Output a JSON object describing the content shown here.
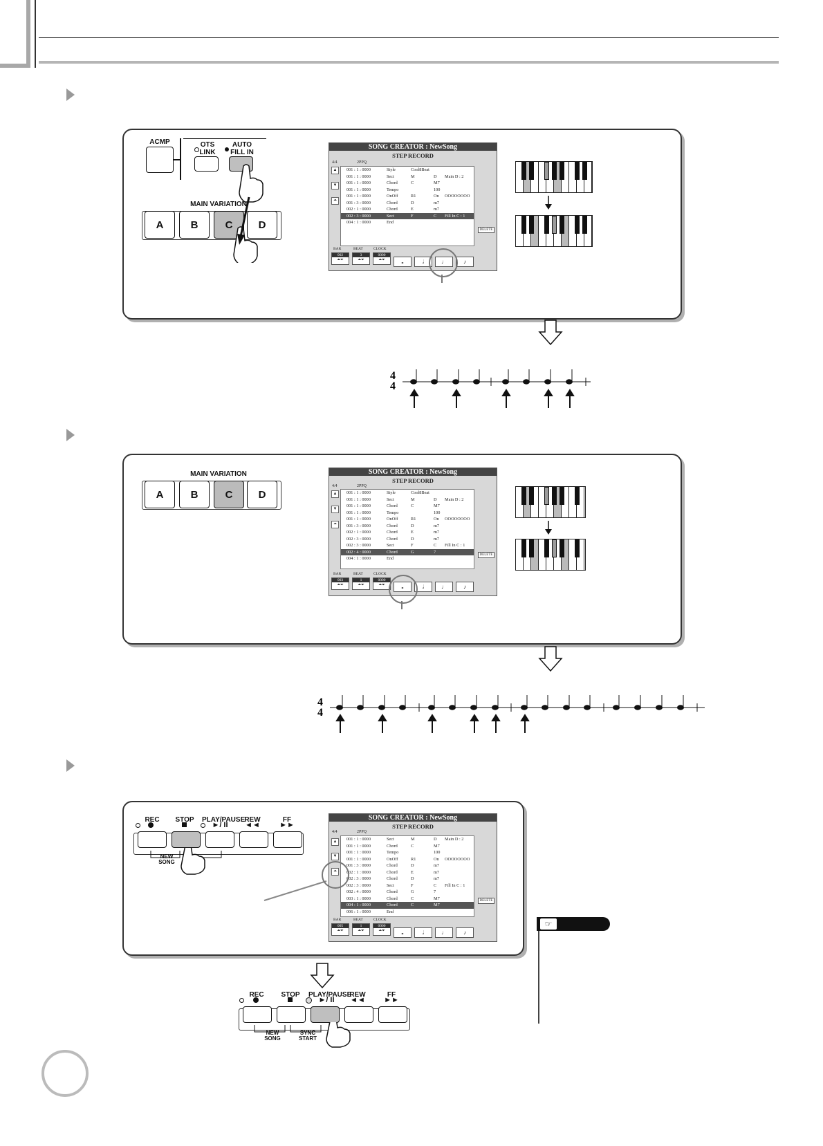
{
  "panel_buttons": {
    "acmp": "ACMP",
    "ots_link": "OTS\nLINK",
    "auto_fill_in": "AUTO\nFILL IN",
    "main_variation": "MAIN VARIATION",
    "sections": [
      "A",
      "B",
      "C",
      "D"
    ]
  },
  "transport": {
    "rec": "REC",
    "stop": "STOP",
    "play_pause": "PLAY/PAUSE",
    "play_pause_symbol": "►/ II",
    "rew": "REW",
    "ff": "FF",
    "new_song": "NEW\nSONG",
    "sync_start": "SYNC\nSTART"
  },
  "lcd": {
    "title": "SONG CREATOR : NewSong",
    "subtitle": "STEP RECORD",
    "time_sig": "4/4",
    "ppq": "2PPQ",
    "bar_label": "BAR",
    "beat_label": "BEAT",
    "clock_label": "CLOCK",
    "delete_label": "DELETE"
  },
  "screen1": {
    "bar": "002",
    "beat": "3",
    "clock": "0000",
    "rows": [
      [
        "001 : 1 : 0000",
        "Style",
        "Cool8Beat",
        "",
        ""
      ],
      [
        "001 : 1 : 0000",
        "Sect",
        "M",
        "D",
        "Main D   : 2"
      ],
      [
        "001 : 1 : 0000",
        "Chord",
        "C",
        "M7",
        ""
      ],
      [
        "001 : 1 : 0000",
        "Tempo",
        "",
        "100",
        ""
      ],
      [
        "001 : 1 : 0000",
        "OnOff",
        "R1",
        "On",
        "OOOOOOOO"
      ],
      [
        "001 : 3 : 0000",
        "Chord",
        "D",
        "m7",
        ""
      ],
      [
        "002 : 1 : 0000",
        "Chord",
        "E",
        "m7",
        ""
      ],
      [
        "002 : 3 : 0000",
        "Sect",
        "F",
        "C",
        "Fill In C  : 1"
      ],
      [
        "004 : 1 : 0000",
        "End",
        "",
        "",
        ""
      ]
    ],
    "selected": 7
  },
  "screen2": {
    "bar": "003",
    "beat": "1",
    "clock": "0000",
    "rows": [
      [
        "001 : 1 : 0000",
        "Style",
        "Cool8Beat",
        "",
        ""
      ],
      [
        "001 : 1 : 0000",
        "Sect",
        "M",
        "D",
        "Main D   : 2"
      ],
      [
        "001 : 1 : 0000",
        "Chord",
        "C",
        "M7",
        ""
      ],
      [
        "001 : 1 : 0000",
        "Tempo",
        "",
        "100",
        ""
      ],
      [
        "001 : 1 : 0000",
        "OnOff",
        "R1",
        "On",
        "OOOOOOOO"
      ],
      [
        "001 : 3 : 0000",
        "Chord",
        "D",
        "m7",
        ""
      ],
      [
        "002 : 1 : 0000",
        "Chord",
        "E",
        "m7",
        ""
      ],
      [
        "002 : 3 : 0000",
        "Chord",
        "D",
        "m7",
        ""
      ],
      [
        "002 : 3 : 0000",
        "Sect",
        "F",
        "C",
        "Fill In C  : 1"
      ],
      [
        "002 : 4 : 0000",
        "Chord",
        "G",
        "7",
        ""
      ],
      [
        "004 : 1 : 0000",
        "End",
        "",
        "",
        ""
      ]
    ],
    "selected": 9
  },
  "screen3": {
    "bar": "005",
    "beat": "1",
    "clock": "0000",
    "rows": [
      [
        "001 : 1 : 0000",
        "Sect",
        "M",
        "D",
        "Main D   : 2"
      ],
      [
        "001 : 1 : 0000",
        "Chord",
        "C",
        "M7",
        ""
      ],
      [
        "001 : 1 : 0000",
        "Tempo",
        "",
        "100",
        ""
      ],
      [
        "001 : 1 : 0000",
        "OnOff",
        "R1",
        "On",
        "OOOOOOOO"
      ],
      [
        "001 : 3 : 0000",
        "Chord",
        "D",
        "m7",
        ""
      ],
      [
        "002 : 1 : 0000",
        "Chord",
        "E",
        "m7",
        ""
      ],
      [
        "002 : 3 : 0000",
        "Chord",
        "D",
        "m7",
        ""
      ],
      [
        "002 : 3 : 0000",
        "Sect",
        "F",
        "C",
        "Fill In C  : 1"
      ],
      [
        "002 : 4 : 0000",
        "Chord",
        "G",
        "7",
        ""
      ],
      [
        "003 : 1 : 0000",
        "Chord",
        "C",
        "M7",
        ""
      ],
      [
        "004 : 1 : 0000",
        "Chord",
        "C",
        "M7",
        ""
      ],
      [
        "006 : 1 : 0000",
        "End",
        "",
        "",
        ""
      ]
    ],
    "selected": 10
  },
  "notation": {
    "time_sig_top": "4",
    "time_sig_bottom": "4"
  }
}
